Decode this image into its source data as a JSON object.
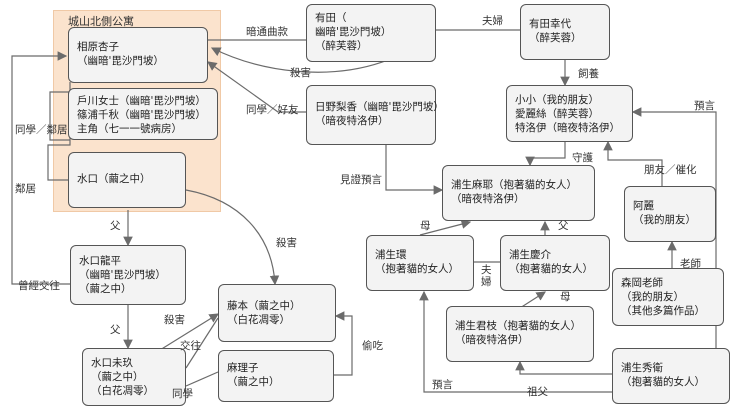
{
  "region": {
    "title": "城山北側公寓"
  },
  "nodes": {
    "aihara": [
      "相原杏子",
      "（幽暗'毘沙門坡）"
    ],
    "residents": [
      "戶川女士（幽暗'毘沙門坡）",
      "篠浦千秋（幽暗'毘沙門坡）",
      "主角（七一一號病房）"
    ],
    "mizuguchi": [
      "水口（繭之中）"
    ],
    "arita": [
      "有田（",
      "幽暗'毘沙門坡）",
      "（醉芙蓉）"
    ],
    "arita_yukiyo": [
      "有田幸代",
      "（醉芙蓉）"
    ],
    "hino": [
      "日野梨香（幽暗'毘沙門坡）",
      "（暗夜特洛伊）"
    ],
    "xiaoxiao": [
      "小小（我的朋友）",
      "愛麗絲（醉芙蓉）",
      "特洛伊（暗夜特洛伊）"
    ],
    "asako": [
      "浦生麻耶（抱著貓的女人）",
      "（暗夜特洛伊）"
    ],
    "akane": [
      "阿麗",
      "（我的朋友）"
    ],
    "tatsuhei": [
      "水口龍平",
      "（幽暗'毘沙門坡）",
      "（繭之中）"
    ],
    "tamaki": [
      "浦生環",
      "（抱著貓的女人）"
    ],
    "keisuke": [
      "浦生慶介",
      "（抱著貓的女人）"
    ],
    "morioka": [
      "森岡老師",
      "（我的朋友）",
      "（其他多篇作品）"
    ],
    "fujimoto": [
      "藤本（繭之中）",
      "（白花凋零）"
    ],
    "kimie": [
      "浦生君枝（抱著貓的女人）",
      "（暗夜特洛伊）"
    ],
    "mizuguchi_mami": [
      "水口未玖",
      "（繭之中）",
      "（白花凋零）"
    ],
    "mariko": [
      "麻理子",
      "（繭之中）"
    ],
    "hidenori": [
      "浦生秀衛",
      "（抱著貓的女人）"
    ]
  },
  "edge_labels": {
    "ansha": "暗通曲款",
    "sha1": "殺害",
    "fufu1": "夫婦",
    "siyang": "飼養",
    "yuyan_top": "預言",
    "tongxue_haoyou": "同學／好友",
    "tongxue_linju": "同學／鄰居",
    "linju": "鄰居",
    "shouhu": "守護",
    "jianzheng": "見證預言",
    "pengyou": "朋友／催化",
    "fu1": "父",
    "sha2": "殺害",
    "mu1": "母",
    "fu2": "父",
    "fufu2": "夫婦",
    "laoshi": "老師",
    "zengjing": "曾經交往",
    "fu3": "父",
    "sha3": "殺害",
    "jiaowang": "交往",
    "toufei": "偷吃",
    "tongxue": "同學",
    "mu2": "母",
    "yuyan_bottom": "預言",
    "zufu": "祖父"
  }
}
